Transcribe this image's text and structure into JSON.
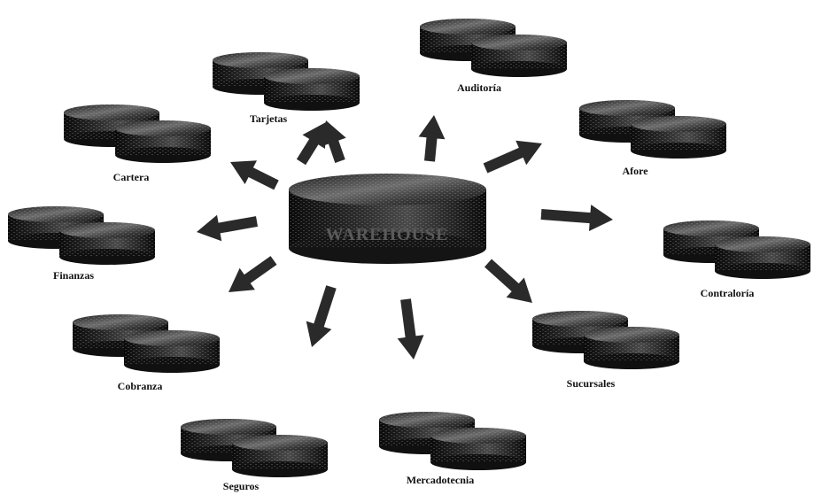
{
  "hub": {
    "label": "WAREHOUSE",
    "icon": "database-cylinder-icon"
  },
  "marts": [
    {
      "id": "tarjetas",
      "label": "Tarjetas"
    },
    {
      "id": "auditoria",
      "label": "Auditoría"
    },
    {
      "id": "afore",
      "label": "Afore"
    },
    {
      "id": "contraloria",
      "label": "Contraloría"
    },
    {
      "id": "sucursales",
      "label": "Sucursales"
    },
    {
      "id": "mercadotecnia",
      "label": "Mercadotecnia"
    },
    {
      "id": "seguros",
      "label": "Seguros"
    },
    {
      "id": "cobranza",
      "label": "Cobranza"
    },
    {
      "id": "finanzas",
      "label": "Finanzas"
    },
    {
      "id": "cartera",
      "label": "Cartera"
    }
  ],
  "colors": {
    "disk_dark": "#0d0d0d",
    "disk_mid": "#3a3a3a",
    "disk_light": "#8a8a8a",
    "arrow": "#2a2a2a",
    "label": "#111111"
  }
}
